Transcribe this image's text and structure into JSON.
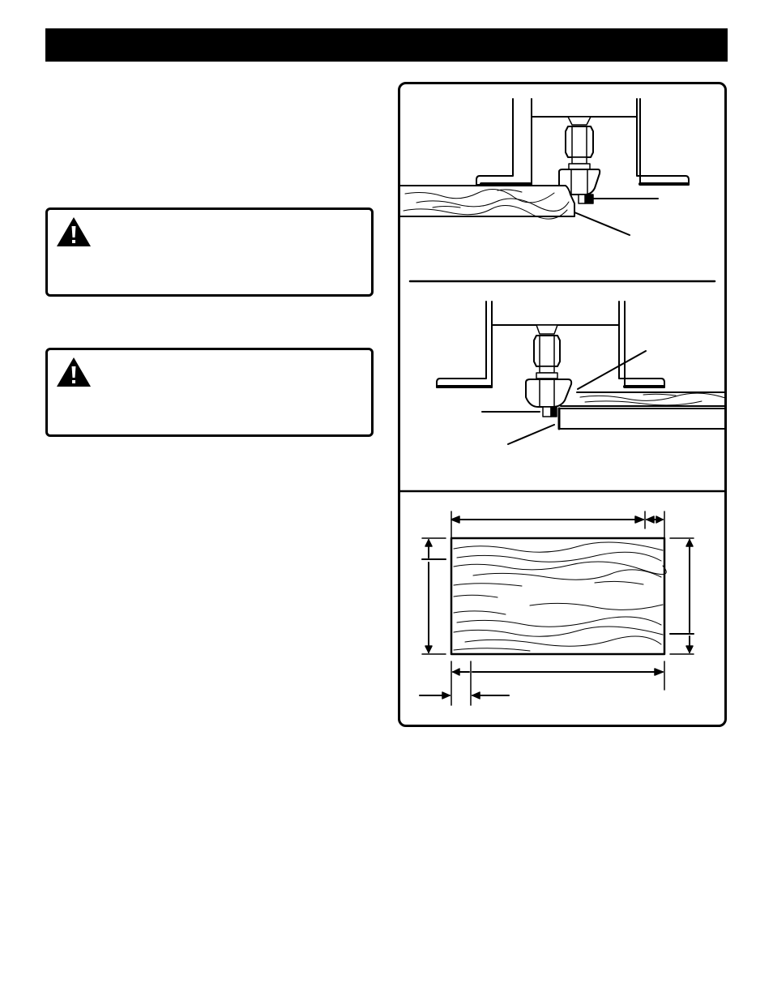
{
  "header": {
    "title": ""
  },
  "warnings": [
    {
      "icon": "warning-triangle-icon",
      "text": ""
    },
    {
      "icon": "warning-triangle-icon",
      "text": ""
    }
  ],
  "figures": [
    {
      "name": "edge-routing-above-workpiece",
      "label": ""
    },
    {
      "name": "edge-routing-below-workpiece",
      "label": ""
    },
    {
      "name": "workpiece-dimension-diagram",
      "label": ""
    }
  ]
}
